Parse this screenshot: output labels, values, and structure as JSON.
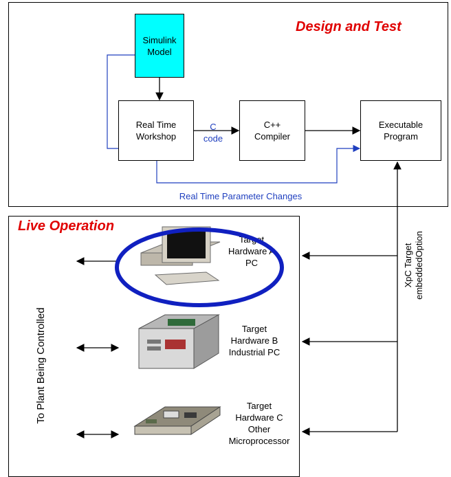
{
  "design": {
    "title": "Design and Test",
    "simulink": "Simulink\nModel",
    "rtw": "Real Time\nWorkshop",
    "c_code": "C\ncode",
    "compiler": "C++\nCompiler",
    "executable": "Executable\nProgram",
    "param_changes": "Real Time Parameter Changes"
  },
  "live": {
    "title": "Live Operation",
    "plant_label": "To Plant Being Controlled",
    "xpc_label": "XpC Target\nembeddedOption",
    "targets": [
      {
        "label": "Target\nHardware A\nPC"
      },
      {
        "label": "Target\nHardware B\nIndustrial PC"
      },
      {
        "label": "Target\nHardware C\nOther\nMicroprocessor"
      }
    ]
  },
  "colors": {
    "accent_red": "#e00000",
    "cyan_box": "#00ffff",
    "blue_line": "#1f3fbf",
    "highlight_ellipse": "#1020c0"
  }
}
